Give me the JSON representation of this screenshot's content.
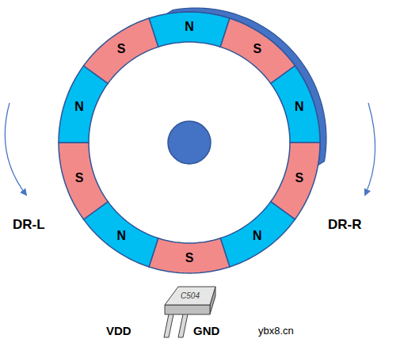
{
  "diagram": {
    "nodes": [
      {
        "text": [
          "N"
        ]
      },
      {
        "text": [
          "S"
        ]
      },
      {
        "text": [
          "N"
        ]
      },
      {
        "text": [
          "S"
        ]
      },
      {
        "text": [
          "N"
        ]
      },
      {
        "text": [
          "S"
        ]
      },
      {
        "text": [
          "N"
        ]
      },
      {
        "text": [
          "S"
        ]
      },
      {
        "text": [
          "N"
        ]
      },
      {
        "text": [
          "S"
        ]
      },
      {
        "text": [
          "C504"
        ]
      }
    ],
    "edges": [],
    "labels": [
      "DR-L",
      "DR-R",
      "VDD",
      "GND",
      "ybx8.cn"
    ]
  }
}
